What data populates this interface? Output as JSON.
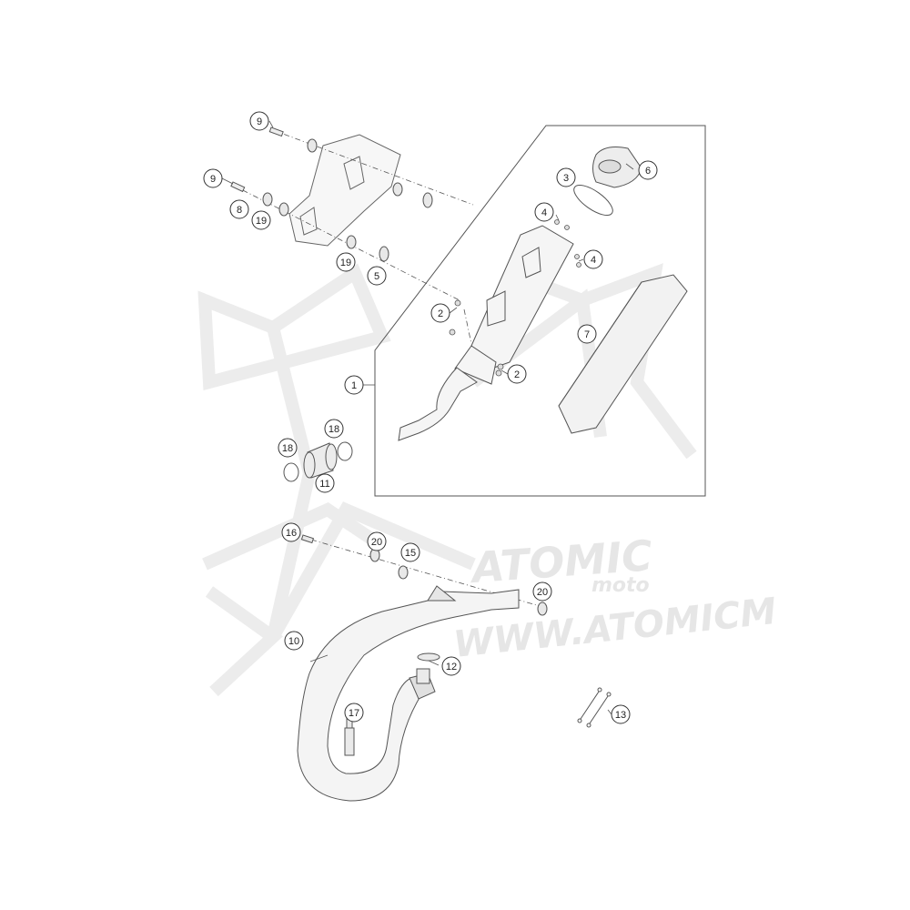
{
  "diagram": {
    "callouts": [
      {
        "id": "c1",
        "label": "1"
      },
      {
        "id": "c2a",
        "label": "2"
      },
      {
        "id": "c2b",
        "label": "2"
      },
      {
        "id": "c3",
        "label": "3"
      },
      {
        "id": "c4a",
        "label": "4"
      },
      {
        "id": "c4b",
        "label": "4"
      },
      {
        "id": "c5",
        "label": "5"
      },
      {
        "id": "c6",
        "label": "6"
      },
      {
        "id": "c7",
        "label": "7"
      },
      {
        "id": "c8",
        "label": "8"
      },
      {
        "id": "c9a",
        "label": "9"
      },
      {
        "id": "c9b",
        "label": "9"
      },
      {
        "id": "c10",
        "label": "10"
      },
      {
        "id": "c11",
        "label": "11"
      },
      {
        "id": "c12",
        "label": "12"
      },
      {
        "id": "c13",
        "label": "13"
      },
      {
        "id": "c15",
        "label": "15"
      },
      {
        "id": "c16",
        "label": "16"
      },
      {
        "id": "c17",
        "label": "17"
      },
      {
        "id": "c18a",
        "label": "18"
      },
      {
        "id": "c18b",
        "label": "18"
      },
      {
        "id": "c19a",
        "label": "19"
      },
      {
        "id": "c19b",
        "label": "19"
      },
      {
        "id": "c20a",
        "label": "20"
      },
      {
        "id": "c20b",
        "label": "20"
      }
    ]
  },
  "watermark": {
    "brand": "ATOMIC",
    "sub": "moto",
    "url": "WWW.ATOMICM"
  },
  "colors": {
    "line": "#555555",
    "fill": "#f4f4f4",
    "watermark": "#e8e8e8"
  }
}
